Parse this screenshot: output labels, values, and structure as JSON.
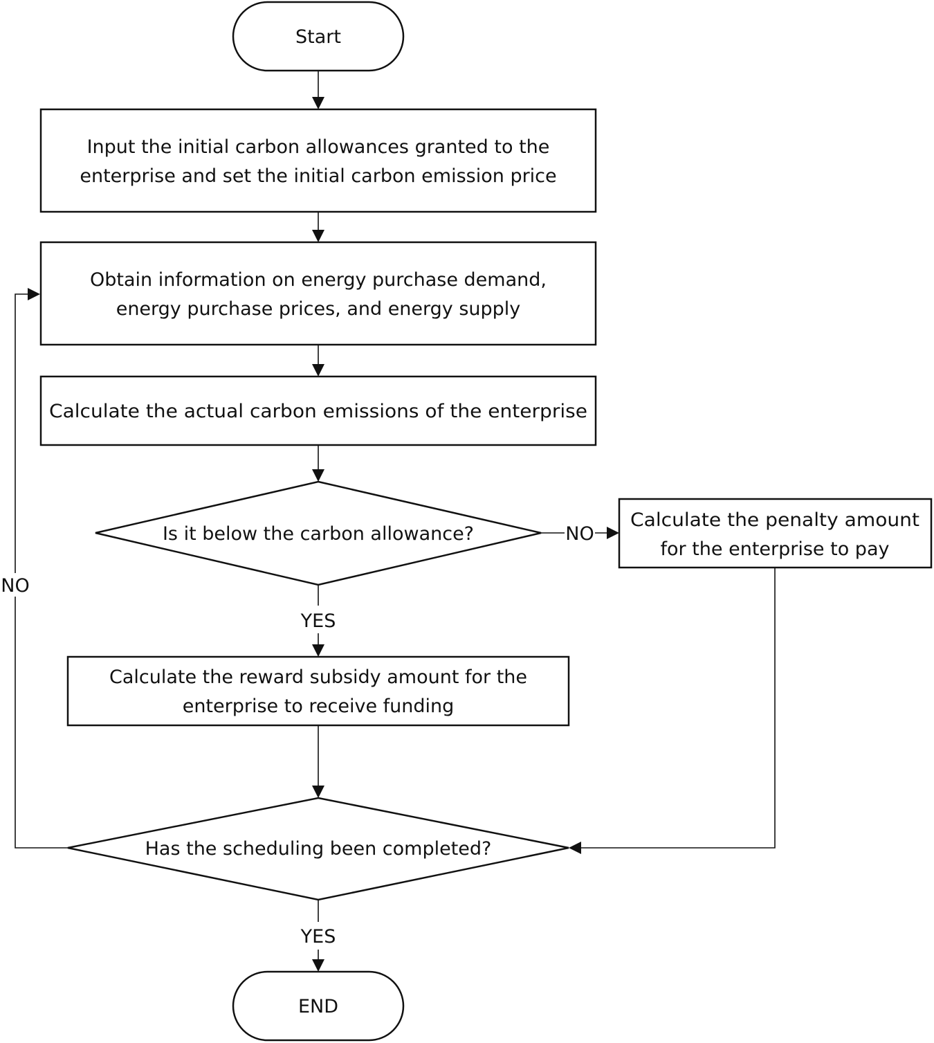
{
  "nodes": {
    "start": {
      "label": "Start"
    },
    "input": {
      "lines": [
        "Input the initial carbon allowances granted to the",
        "enterprise and set the initial carbon emission price"
      ]
    },
    "obtain": {
      "lines": [
        "Obtain information on energy purchase demand,",
        "energy purchase prices, and energy supply"
      ]
    },
    "calculate_emissions": {
      "label": "Calculate the actual carbon emissions of the enterprise"
    },
    "below_allowance": {
      "label": "Is it below the carbon allowance?"
    },
    "penalty": {
      "lines": [
        "Calculate the penalty amount",
        "for the enterprise to pay"
      ]
    },
    "reward": {
      "lines": [
        "Calculate the reward subsidy amount for the",
        "enterprise to receive funding"
      ]
    },
    "completed": {
      "label": "Has the scheduling been completed?"
    },
    "end": {
      "label": "END"
    }
  },
  "edges": {
    "below_no": "NO",
    "below_yes": "YES",
    "completed_no": "NO",
    "completed_yes": "YES"
  }
}
